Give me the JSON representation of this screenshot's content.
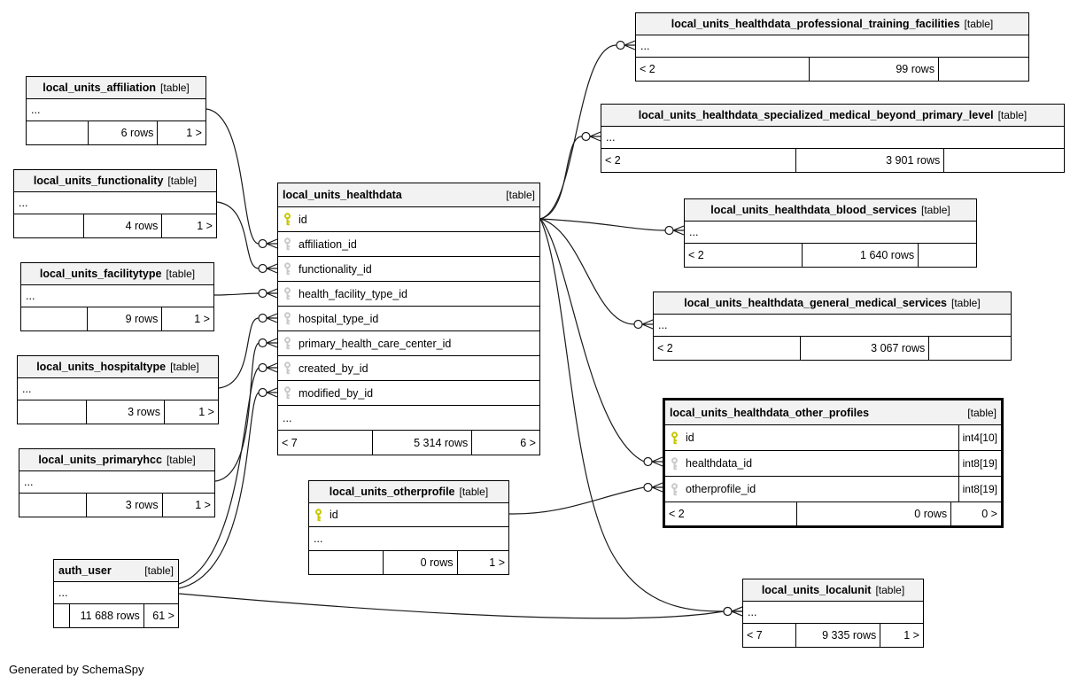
{
  "diagram": {
    "footer_note": "Generated by SchemaSpy",
    "colors": {
      "primary_key": "#c6c600",
      "foreign_key": "#c9c9c9",
      "header_bg": "#f2f2f2",
      "border": "#000000",
      "edge": "#1a1a1a"
    },
    "tables": [
      {
        "id": "affiliation",
        "name": "local_units_affiliation",
        "badge": "[table]",
        "rows": [
          {
            "label": "..."
          }
        ],
        "footer": {
          "left": "",
          "mid": "6 rows",
          "right": "1 >"
        }
      },
      {
        "id": "functionality",
        "name": "local_units_functionality",
        "badge": "[table]",
        "rows": [
          {
            "label": "..."
          }
        ],
        "footer": {
          "left": "",
          "mid": "4 rows",
          "right": "1 >"
        }
      },
      {
        "id": "facilitytype",
        "name": "local_units_facilitytype",
        "badge": "[table]",
        "rows": [
          {
            "label": "..."
          }
        ],
        "footer": {
          "left": "",
          "mid": "9 rows",
          "right": "1 >"
        }
      },
      {
        "id": "hospitaltype",
        "name": "local_units_hospitaltype",
        "badge": "[table]",
        "rows": [
          {
            "label": "..."
          }
        ],
        "footer": {
          "left": "",
          "mid": "3 rows",
          "right": "1 >"
        }
      },
      {
        "id": "primaryhcc",
        "name": "local_units_primaryhcc",
        "badge": "[table]",
        "rows": [
          {
            "label": "..."
          }
        ],
        "footer": {
          "left": "",
          "mid": "3 rows",
          "right": "1 >"
        }
      },
      {
        "id": "auth_user",
        "name": "auth_user",
        "badge": "[table]",
        "rows": [
          {
            "label": "..."
          }
        ],
        "footer": {
          "left": "",
          "mid": "11 688 rows",
          "right": "61 >"
        }
      },
      {
        "id": "healthdata",
        "name": "local_units_healthdata",
        "badge": "[table]",
        "rows": [
          {
            "icon": "pk",
            "label": "id"
          },
          {
            "icon": "fk",
            "label": "affiliation_id"
          },
          {
            "icon": "fk",
            "label": "functionality_id"
          },
          {
            "icon": "fk",
            "label": "health_facility_type_id"
          },
          {
            "icon": "fk",
            "label": "hospital_type_id"
          },
          {
            "icon": "fk",
            "label": "primary_health_care_center_id"
          },
          {
            "icon": "fk",
            "label": "created_by_id"
          },
          {
            "icon": "fk",
            "label": "modified_by_id"
          },
          {
            "label": "..."
          }
        ],
        "footer": {
          "left": "< 7",
          "mid": "5 314 rows",
          "right": "6 >"
        }
      },
      {
        "id": "otherprofile",
        "name": "local_units_otherprofile",
        "badge": "[table]",
        "rows": [
          {
            "icon": "pk",
            "label": "id"
          },
          {
            "label": "..."
          }
        ],
        "footer": {
          "left": "",
          "mid": "0 rows",
          "right": "1 >"
        }
      },
      {
        "id": "professional",
        "name": "local_units_healthdata_professional_training_facilities",
        "badge": "[table]",
        "rows": [
          {
            "label": "..."
          }
        ],
        "footer": {
          "left": "< 2",
          "mid": "99 rows",
          "right": ""
        }
      },
      {
        "id": "specialized",
        "name": "local_units_healthdata_specialized_medical_beyond_primary_level",
        "badge": "[table]",
        "rows": [
          {
            "label": "..."
          }
        ],
        "footer": {
          "left": "< 2",
          "mid": "3 901 rows",
          "right": ""
        }
      },
      {
        "id": "blood",
        "name": "local_units_healthdata_blood_services",
        "badge": "[table]",
        "rows": [
          {
            "label": "..."
          }
        ],
        "footer": {
          "left": "< 2",
          "mid": "1 640 rows",
          "right": ""
        }
      },
      {
        "id": "general",
        "name": "local_units_healthdata_general_medical_services",
        "badge": "[table]",
        "rows": [
          {
            "label": "..."
          }
        ],
        "footer": {
          "left": "< 2",
          "mid": "3 067 rows",
          "right": ""
        }
      },
      {
        "id": "other_profiles",
        "name": "local_units_healthdata_other_profiles",
        "badge": "[table]",
        "rows": [
          {
            "icon": "pk",
            "label": "id",
            "type": "int4[10]"
          },
          {
            "icon": "fk",
            "label": "healthdata_id",
            "type": "int8[19]"
          },
          {
            "icon": "fk",
            "label": "otherprofile_id",
            "type": "int8[19]"
          }
        ],
        "footer": {
          "left": "< 2",
          "mid": "0 rows",
          "right": "0 >"
        }
      },
      {
        "id": "localunit",
        "name": "local_units_localunit",
        "badge": "[table]",
        "rows": [
          {
            "label": "..."
          }
        ],
        "footer": {
          "left": "< 7",
          "mid": "9 335 rows",
          "right": "1 >"
        }
      }
    ],
    "relationships": [
      {
        "from": "local_units_healthdata.id",
        "to": "local_units_healthdata_professional_training_facilities"
      },
      {
        "from": "local_units_healthdata.id",
        "to": "local_units_healthdata_specialized_medical_beyond_primary_level"
      },
      {
        "from": "local_units_healthdata.id",
        "to": "local_units_healthdata_blood_services"
      },
      {
        "from": "local_units_healthdata.id",
        "to": "local_units_healthdata_general_medical_services"
      },
      {
        "from": "local_units_healthdata.id",
        "to": "local_units_healthdata_other_profiles.healthdata_id"
      },
      {
        "from": "local_units_healthdata.id",
        "to": "local_units_localunit"
      },
      {
        "from": "local_units_otherprofile.id",
        "to": "local_units_healthdata_other_profiles.otherprofile_id"
      },
      {
        "from": "local_units_affiliation",
        "to": "local_units_healthdata.affiliation_id"
      },
      {
        "from": "local_units_functionality",
        "to": "local_units_healthdata.functionality_id"
      },
      {
        "from": "local_units_facilitytype",
        "to": "local_units_healthdata.health_facility_type_id"
      },
      {
        "from": "local_units_hospitaltype",
        "to": "local_units_healthdata.hospital_type_id"
      },
      {
        "from": "local_units_primaryhcc",
        "to": "local_units_healthdata.primary_health_care_center_id"
      },
      {
        "from": "auth_user",
        "to": "local_units_healthdata.created_by_id"
      },
      {
        "from": "auth_user",
        "to": "local_units_healthdata.modified_by_id"
      },
      {
        "from": "auth_user",
        "to": "local_units_localunit"
      }
    ]
  }
}
